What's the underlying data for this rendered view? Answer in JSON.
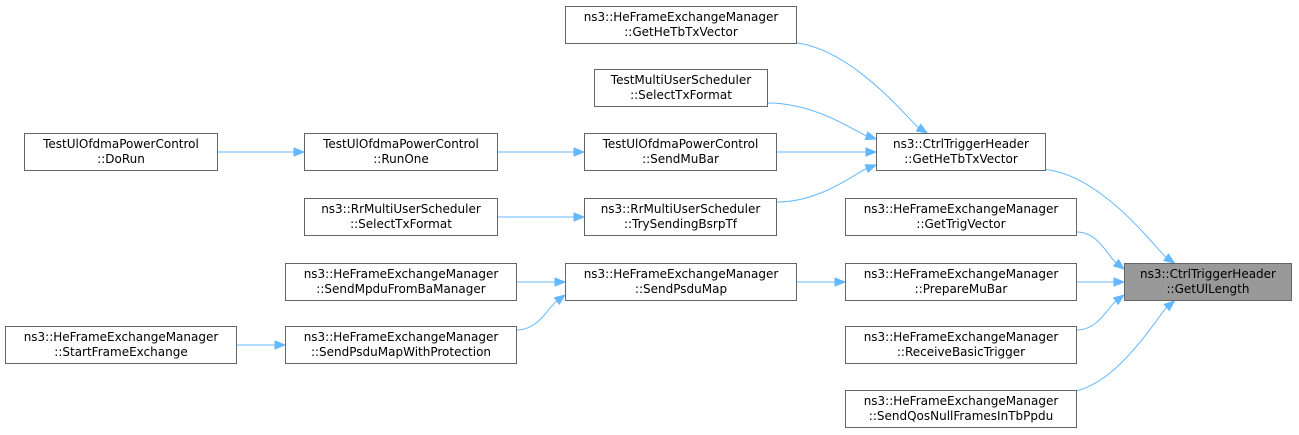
{
  "colors": {
    "edge": "#63b8ff",
    "node_border": "#666666",
    "focus_fill": "#999999"
  },
  "nodes": [
    {
      "id": "n_getul",
      "focus": true,
      "line1": "ns3::CtrlTriggerHeader",
      "line2": "::GetUlLength"
    },
    {
      "id": "n_gethetb",
      "line1": "ns3::CtrlTriggerHeader",
      "line2": "::GetHeTbTxVector"
    },
    {
      "id": "n_fem_gethetb",
      "line1": "ns3::HeFrameExchangeManager",
      "line2": "::GetHeTbTxVector"
    },
    {
      "id": "n_tmus_select",
      "line1": "TestMultiUserScheduler",
      "line2": "::SelectTxFormat"
    },
    {
      "id": "n_tpc_sendmubar",
      "line1": "TestUlOfdmaPowerControl",
      "line2": "::SendMuBar"
    },
    {
      "id": "n_tpc_runone",
      "line1": "TestUlOfdmaPowerControl",
      "line2": "::RunOne"
    },
    {
      "id": "n_tpc_dorun",
      "line1": "TestUlOfdmaPowerControl",
      "line2": "::DoRun"
    },
    {
      "id": "n_rr_trysend",
      "line1": "ns3::RrMultiUserScheduler",
      "line2": "::TrySendingBsrpTf"
    },
    {
      "id": "n_rr_select",
      "line1": "ns3::RrMultiUserScheduler",
      "line2": "::SelectTxFormat"
    },
    {
      "id": "n_fem_gettrig",
      "line1": "ns3::HeFrameExchangeManager",
      "line2": "::GetTrigVector"
    },
    {
      "id": "n_fem_preparemubar",
      "line1": "ns3::HeFrameExchangeManager",
      "line2": "::PrepareMuBar"
    },
    {
      "id": "n_fem_sendpsdumap",
      "line1": "ns3::HeFrameExchangeManager",
      "line2": "::SendPsduMap"
    },
    {
      "id": "n_fem_sendmpdufromba",
      "line1": "ns3::HeFrameExchangeManager",
      "line2": "::SendMpduFromBaManager"
    },
    {
      "id": "n_fem_sendpsduwithprot",
      "line1": "ns3::HeFrameExchangeManager",
      "line2": "::SendPsduMapWithProtection"
    },
    {
      "id": "n_fem_startframe",
      "line1": "ns3::HeFrameExchangeManager",
      "line2": "::StartFrameExchange"
    },
    {
      "id": "n_fem_receivebasic",
      "line1": "ns3::HeFrameExchangeManager",
      "line2": "::ReceiveBasicTrigger"
    },
    {
      "id": "n_fem_sendqosnull",
      "line1": "ns3::HeFrameExchangeManager",
      "line2": "::SendQosNullFramesInTbPpdu"
    }
  ],
  "edges": [
    {
      "from": "n_gethetb",
      "to": "n_getul"
    },
    {
      "from": "n_fem_gettrig",
      "to": "n_getul"
    },
    {
      "from": "n_fem_preparemubar",
      "to": "n_getul"
    },
    {
      "from": "n_fem_receivebasic",
      "to": "n_getul"
    },
    {
      "from": "n_fem_sendqosnull",
      "to": "n_getul"
    },
    {
      "from": "n_fem_gethetb",
      "to": "n_gethetb"
    },
    {
      "from": "n_tmus_select",
      "to": "n_gethetb"
    },
    {
      "from": "n_tpc_sendmubar",
      "to": "n_gethetb"
    },
    {
      "from": "n_rr_trysend",
      "to": "n_gethetb"
    },
    {
      "from": "n_tpc_runone",
      "to": "n_tpc_sendmubar"
    },
    {
      "from": "n_tpc_dorun",
      "to": "n_tpc_runone"
    },
    {
      "from": "n_rr_select",
      "to": "n_rr_trysend"
    },
    {
      "from": "n_fem_sendpsdumap",
      "to": "n_fem_preparemubar"
    },
    {
      "from": "n_fem_sendmpdufromba",
      "to": "n_fem_sendpsdumap"
    },
    {
      "from": "n_fem_sendpsduwithprot",
      "to": "n_fem_sendpsdumap"
    },
    {
      "from": "n_fem_startframe",
      "to": "n_fem_sendpsduwithprot"
    }
  ]
}
